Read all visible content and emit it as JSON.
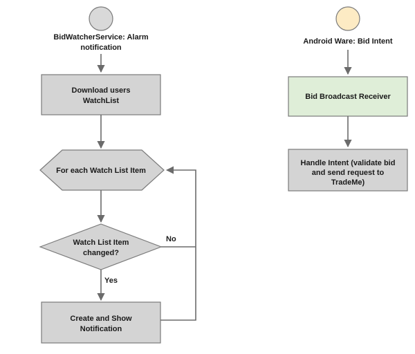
{
  "left_flow": {
    "start_label": [
      "BidWatcherService: Alarm",
      "notification"
    ],
    "download_label": [
      "Download users",
      "WatchList"
    ],
    "loop_label": "For each Watch List Item",
    "decision_label": [
      "Watch List Item",
      "changed?"
    ],
    "yes_label": "Yes",
    "no_label": "No",
    "notify_label": [
      "Create and Show",
      "Notification"
    ]
  },
  "right_flow": {
    "start_label": "Android Ware: Bid Intent",
    "receiver_label": "Bid Broadcast Receiver",
    "handle_label": [
      "Handle Intent (validate bid",
      "and send request to",
      "TradeMe)"
    ]
  },
  "colors": {
    "left_start_fill": "#d9d9d9",
    "right_start_fill": "#fdebc4",
    "process_fill": "#d4d4d4",
    "receiver_fill": "#dfeed8",
    "edge": "#6b6b6b"
  }
}
